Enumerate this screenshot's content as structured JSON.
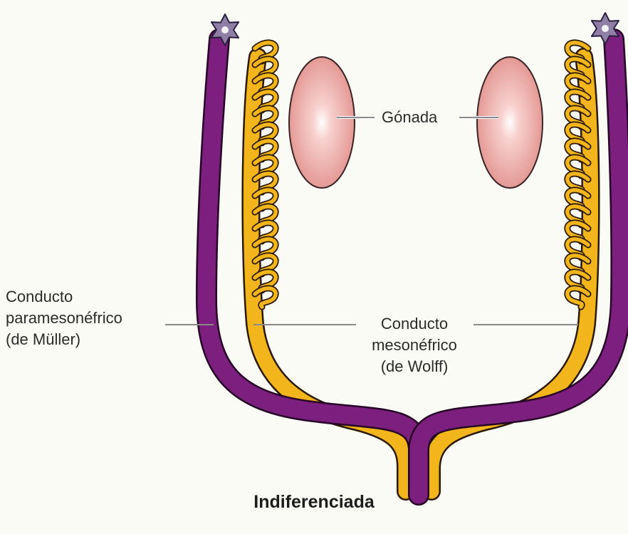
{
  "labels": {
    "gonad": "Gónada",
    "paramesonephric": [
      "Conducto",
      "paramesonéfrico",
      "(de Müller)"
    ],
    "mesonephric": [
      "Conducto",
      "mesonéfrico",
      "(de Wolff)"
    ],
    "stage": "Indiferenciada"
  },
  "colors": {
    "background": "#fbfbf6",
    "paramesonephric_duct": "#7d1f7e",
    "mesonephric_duct": "#f3b51c",
    "gonad": "#e18d8a",
    "fimbria": "#8f7fa6",
    "leader_line": "#9a9a9a"
  }
}
